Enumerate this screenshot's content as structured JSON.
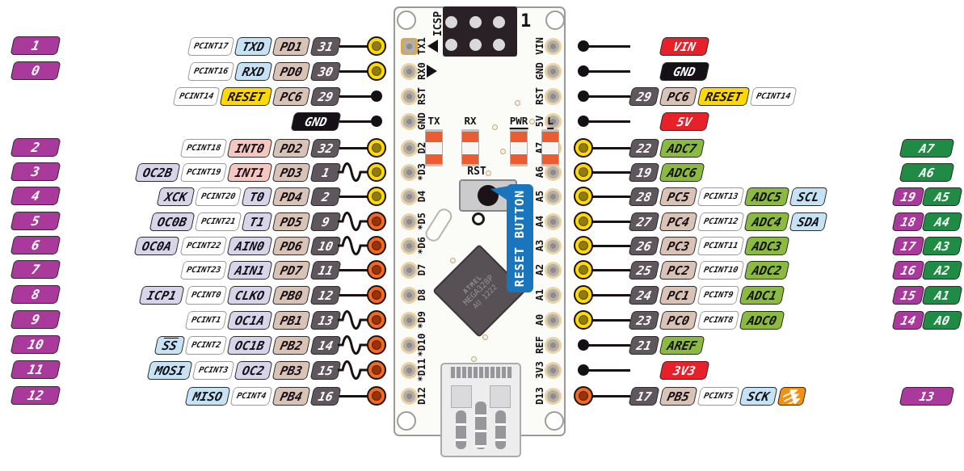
{
  "colors": {
    "purple": "#A93A9B",
    "red": "#E8202A",
    "yellow": "#FFD900",
    "green_light": "#8ABB40",
    "green_dark": "#208B45",
    "blue": "#C5E3F4",
    "lavender": "#D8D4EA",
    "pink": "#F7C6C0",
    "tan": "#D9C3B6",
    "dark": "#5F575D",
    "black": "#151015",
    "orange_led": "#F29111",
    "wire": "#1A1114",
    "circle_yellow": "#FFD900",
    "circle_orange": "#F26A21",
    "callout": "#1B75BC"
  },
  "left_rows": [
    {
      "pin": "1",
      "badges": [
        {
          "t": "PCINT17",
          "c": "pcint"
        },
        {
          "t": "TXD",
          "c": "blue"
        },
        {
          "t": "PD1",
          "c": "tan"
        },
        {
          "t": "31",
          "c": "dark"
        }
      ],
      "wave": false,
      "end": "yellow"
    },
    {
      "pin": "0",
      "badges": [
        {
          "t": "PCINT16",
          "c": "pcint"
        },
        {
          "t": "RXD",
          "c": "blue"
        },
        {
          "t": "PD0",
          "c": "tan"
        },
        {
          "t": "30",
          "c": "dark"
        }
      ],
      "wave": false,
      "end": "yellow"
    },
    {
      "pin": null,
      "badges": [
        {
          "t": "PCINT14",
          "c": "pcint"
        },
        {
          "t": "RESET",
          "c": "yellow"
        },
        {
          "t": "PC6",
          "c": "tan"
        },
        {
          "t": "29",
          "c": "dark"
        }
      ],
      "wave": false,
      "end": "black"
    },
    {
      "pin": null,
      "badges": [
        {
          "t": "GND",
          "c": "black"
        }
      ],
      "wave": false,
      "end": "black"
    },
    {
      "pin": "2",
      "badges": [
        {
          "t": "PCINT18",
          "c": "pcint"
        },
        {
          "t": "INT0",
          "c": "pink"
        },
        {
          "t": "PD2",
          "c": "tan"
        },
        {
          "t": "32",
          "c": "dark"
        }
      ],
      "wave": false,
      "end": "yellow"
    },
    {
      "pin": "3",
      "badges": [
        {
          "t": "OC2B",
          "c": "lav"
        },
        {
          "t": "PCINT19",
          "c": "pcint"
        },
        {
          "t": "INT1",
          "c": "pink"
        },
        {
          "t": "PD3",
          "c": "tan"
        },
        {
          "t": "1",
          "c": "dark"
        }
      ],
      "wave": true,
      "end": "yellow"
    },
    {
      "pin": "4",
      "badges": [
        {
          "t": "XCK",
          "c": "lav"
        },
        {
          "t": "PCINT20",
          "c": "pcint"
        },
        {
          "t": "T0",
          "c": "lav"
        },
        {
          "t": "PD4",
          "c": "tan"
        },
        {
          "t": "2",
          "c": "dark"
        }
      ],
      "wave": false,
      "end": "yellow"
    },
    {
      "pin": "5",
      "badges": [
        {
          "t": "OC0B",
          "c": "lav"
        },
        {
          "t": "PCINT21",
          "c": "pcint"
        },
        {
          "t": "T1",
          "c": "lav"
        },
        {
          "t": "PD5",
          "c": "tan"
        },
        {
          "t": "9",
          "c": "dark"
        }
      ],
      "wave": true,
      "end": "orange"
    },
    {
      "pin": "6",
      "badges": [
        {
          "t": "OC0A",
          "c": "lav"
        },
        {
          "t": "PCINT22",
          "c": "pcint"
        },
        {
          "t": "AIN0",
          "c": "lav"
        },
        {
          "t": "PD6",
          "c": "tan"
        },
        {
          "t": "10",
          "c": "dark"
        }
      ],
      "wave": true,
      "end": "orange"
    },
    {
      "pin": "7",
      "badges": [
        {
          "t": "PCINT23",
          "c": "pcint"
        },
        {
          "t": "AIN1",
          "c": "lav"
        },
        {
          "t": "PD7",
          "c": "tan"
        },
        {
          "t": "11",
          "c": "dark"
        }
      ],
      "wave": false,
      "end": "orange"
    },
    {
      "pin": "8",
      "badges": [
        {
          "t": "ICP1",
          "c": "lav"
        },
        {
          "t": "PCINT0",
          "c": "pcint"
        },
        {
          "t": "CLKO",
          "c": "lav"
        },
        {
          "t": "PB0",
          "c": "tan"
        },
        {
          "t": "12",
          "c": "dark"
        }
      ],
      "wave": false,
      "end": "orange"
    },
    {
      "pin": "9",
      "badges": [
        {
          "t": "PCINT1",
          "c": "pcint"
        },
        {
          "t": "OC1A",
          "c": "lav"
        },
        {
          "t": "PB1",
          "c": "tan"
        },
        {
          "t": "13",
          "c": "dark"
        }
      ],
      "wave": true,
      "end": "orange"
    },
    {
      "pin": "10",
      "badges": [
        {
          "t": "SS",
          "c": "blue",
          "overline": true
        },
        {
          "t": "PCINT2",
          "c": "pcint"
        },
        {
          "t": "OC1B",
          "c": "lav"
        },
        {
          "t": "PB2",
          "c": "tan"
        },
        {
          "t": "14",
          "c": "dark"
        }
      ],
      "wave": true,
      "end": "orange"
    },
    {
      "pin": "11",
      "badges": [
        {
          "t": "MOSI",
          "c": "blue"
        },
        {
          "t": "PCINT3",
          "c": "pcint"
        },
        {
          "t": "OC2",
          "c": "lav"
        },
        {
          "t": "PB3",
          "c": "tan"
        },
        {
          "t": "15",
          "c": "dark"
        }
      ],
      "wave": true,
      "end": "orange"
    },
    {
      "pin": "12",
      "badges": [
        {
          "t": "MISO",
          "c": "blue"
        },
        {
          "t": "PCINT4",
          "c": "pcint"
        },
        {
          "t": "PB4",
          "c": "tan"
        },
        {
          "t": "16",
          "c": "dark"
        }
      ],
      "wave": false,
      "end": "orange"
    }
  ],
  "right_rows": [
    {
      "end": "black",
      "badges": [
        {
          "t": "VIN",
          "c": "red"
        }
      ]
    },
    {
      "end": "black",
      "badges": [
        {
          "t": "GND",
          "c": "black"
        }
      ]
    },
    {
      "end": "black",
      "badges": [
        {
          "t": "29",
          "c": "dark"
        },
        {
          "t": "PC6",
          "c": "tan"
        },
        {
          "t": "RESET",
          "c": "yellow"
        },
        {
          "t": "PCINT14",
          "c": "pcint"
        }
      ]
    },
    {
      "end": "black",
      "badges": [
        {
          "t": "5V",
          "c": "red"
        }
      ]
    },
    {
      "end": "yellow",
      "badges": [
        {
          "t": "22",
          "c": "dark"
        },
        {
          "t": "ADC7",
          "c": "green"
        }
      ]
    },
    {
      "end": "yellow",
      "badges": [
        {
          "t": "19",
          "c": "dark"
        },
        {
          "t": "ADC6",
          "c": "green"
        }
      ]
    },
    {
      "end": "yellow",
      "badges": [
        {
          "t": "28",
          "c": "dark"
        },
        {
          "t": "PC5",
          "c": "tan"
        },
        {
          "t": "PCINT13",
          "c": "pcint"
        },
        {
          "t": "ADC5",
          "c": "green"
        },
        {
          "t": "SCL",
          "c": "blue"
        }
      ]
    },
    {
      "end": "yellow",
      "badges": [
        {
          "t": "27",
          "c": "dark"
        },
        {
          "t": "PC4",
          "c": "tan"
        },
        {
          "t": "PCINT12",
          "c": "pcint"
        },
        {
          "t": "ADC4",
          "c": "green"
        },
        {
          "t": "SDA",
          "c": "blue"
        }
      ]
    },
    {
      "end": "yellow",
      "badges": [
        {
          "t": "26",
          "c": "dark"
        },
        {
          "t": "PC3",
          "c": "tan"
        },
        {
          "t": "PCINT11",
          "c": "pcint"
        },
        {
          "t": "ADC3",
          "c": "green"
        }
      ]
    },
    {
      "end": "yellow",
      "badges": [
        {
          "t": "25",
          "c": "dark"
        },
        {
          "t": "PC2",
          "c": "tan"
        },
        {
          "t": "PCINT10",
          "c": "pcint"
        },
        {
          "t": "ADC2",
          "c": "green"
        }
      ]
    },
    {
      "end": "yellow",
      "badges": [
        {
          "t": "24",
          "c": "dark"
        },
        {
          "t": "PC1",
          "c": "tan"
        },
        {
          "t": "PCINT9",
          "c": "pcint"
        },
        {
          "t": "ADC1",
          "c": "green"
        }
      ]
    },
    {
      "end": "yellow",
      "badges": [
        {
          "t": "23",
          "c": "dark"
        },
        {
          "t": "PC0",
          "c": "tan"
        },
        {
          "t": "PCINT8",
          "c": "pcint"
        },
        {
          "t": "ADC0",
          "c": "green"
        }
      ]
    },
    {
      "end": "black",
      "badges": [
        {
          "t": "21",
          "c": "dark"
        },
        {
          "t": "AREF",
          "c": "green"
        }
      ]
    },
    {
      "end": "black",
      "badges": [
        {
          "t": "3V3",
          "c": "red"
        }
      ]
    },
    {
      "end": "orange",
      "badges": [
        {
          "t": "17",
          "c": "dark"
        },
        {
          "t": "PB5",
          "c": "tan"
        },
        {
          "t": "PCINT5",
          "c": "pcint"
        },
        {
          "t": "SCK",
          "c": "blue"
        },
        {
          "t": "",
          "c": "led",
          "icon": "led-arrows"
        }
      ]
    }
  ],
  "far_right": [
    {
      "row": 4,
      "num": null,
      "analog": "A7"
    },
    {
      "row": 5,
      "num": null,
      "analog": "A6"
    },
    {
      "row": 6,
      "num": "19",
      "analog": "A5"
    },
    {
      "row": 7,
      "num": "18",
      "analog": "A4"
    },
    {
      "row": 8,
      "num": "17",
      "analog": "A3"
    },
    {
      "row": 9,
      "num": "16",
      "analog": "A2"
    },
    {
      "row": 10,
      "num": "15",
      "analog": "A1"
    },
    {
      "row": 11,
      "num": "14",
      "analog": "A0"
    },
    {
      "row": 14,
      "num": "13",
      "analog": null
    }
  ],
  "board": {
    "icsp_label": "ICSP",
    "pin1_label": "1",
    "left_pad_labels": [
      "TX1",
      "RX0",
      "RST",
      "GND",
      "D2",
      "*D3",
      "D4",
      "*D5",
      "*D6",
      "D7",
      "D8",
      "*D9",
      "*D10",
      "*D11",
      "D12"
    ],
    "right_pad_labels": [
      "VIN",
      "GND",
      "RST",
      "5V",
      "A7",
      "A6",
      "A5",
      "A4",
      "A3",
      "A2",
      "A1",
      "A0",
      "REF",
      "3V3",
      "D13"
    ],
    "led_labels": [
      {
        "t": "TX",
        "u": false
      },
      {
        "t": "RX",
        "u": false
      },
      {
        "t": "PWR",
        "u": true
      },
      {
        "t": "L",
        "u": true
      }
    ],
    "rst_label": "RST",
    "chip_lines": [
      "ATMEL",
      "MEGA328P",
      "AU 1222"
    ],
    "callout_label": "RESET BUTTON"
  }
}
